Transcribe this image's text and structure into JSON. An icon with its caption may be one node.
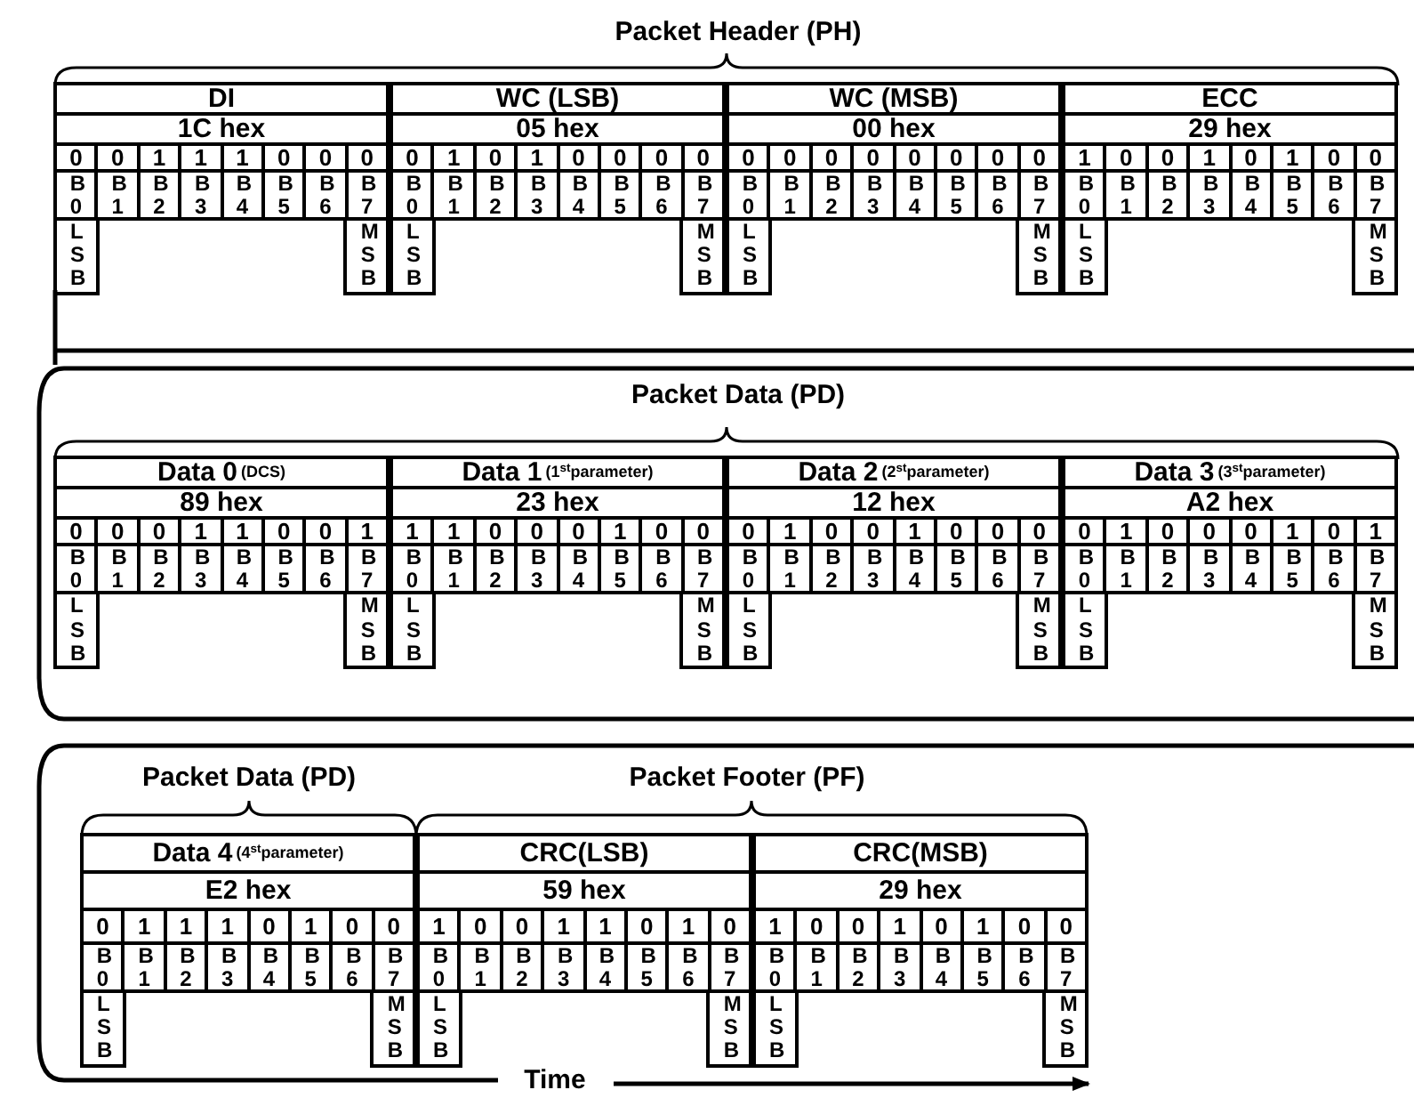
{
  "diagram": {
    "nodes": [
      {
        "text": [
          "DI",
          "1C hex",
          "0",
          "0",
          "1",
          "1",
          "1",
          "0",
          "0",
          "0",
          "B0",
          "B1",
          "B2",
          "B3",
          "B4",
          "B5",
          "B6",
          "B7",
          "LSB",
          "MSB"
        ]
      },
      {
        "text": [
          "WC (LSB)",
          "05 hex",
          "0",
          "1",
          "0",
          "1",
          "0",
          "0",
          "0",
          "0",
          "B0",
          "B1",
          "B2",
          "B3",
          "B4",
          "B5",
          "B6",
          "B7",
          "LSB",
          "MSB"
        ]
      },
      {
        "text": [
          "WC (MSB)",
          "00 hex",
          "0",
          "0",
          "0",
          "0",
          "0",
          "0",
          "0",
          "0",
          "B0",
          "B1",
          "B2",
          "B3",
          "B4",
          "B5",
          "B6",
          "B7",
          "LSB",
          "MSB"
        ]
      },
      {
        "text": [
          "ECC",
          "29 hex",
          "1",
          "0",
          "0",
          "1",
          "0",
          "1",
          "0",
          "0",
          "B0",
          "B1",
          "B2",
          "B3",
          "B4",
          "B5",
          "B6",
          "B7",
          "LSB",
          "MSB"
        ]
      },
      {
        "text": [
          "Data 0",
          "(DCS)",
          "89 hex",
          "0",
          "0",
          "0",
          "1",
          "1",
          "0",
          "0",
          "1",
          "B0",
          "B1",
          "B2",
          "B3",
          "B4",
          "B5",
          "B6",
          "B7",
          "LSB",
          "MSB"
        ]
      },
      {
        "text": [
          "Data 1",
          "(1$^{st}$parameter)",
          "23 hex",
          "1",
          "1",
          "0",
          "0",
          "0",
          "1",
          "0",
          "0",
          "B0",
          "B1",
          "B2",
          "B3",
          "B4",
          "B5",
          "B6",
          "B7",
          "LSB",
          "MSB"
        ]
      },
      {
        "text": [
          "Data 2",
          "(2$^{st}$parameter)",
          "12 hex",
          "0",
          "1",
          "0",
          "0",
          "1",
          "0",
          "0",
          "0",
          "B0",
          "B1",
          "B2",
          "B3",
          "B4",
          "B5",
          "B6",
          "B7",
          "LSB",
          "MSB"
        ]
      },
      {
        "text": [
          "Data 3",
          "(3$^{st}$parameter)",
          "A2 hex",
          "0",
          "1",
          "0",
          "0",
          "0",
          "1",
          "0",
          "1",
          "B0",
          "B1",
          "B2",
          "B3",
          "B4",
          "B5",
          "B6",
          "B7",
          "LSB",
          "MSB"
        ]
      },
      {
        "text": [
          "Data 4",
          "(4$^{st}$parameter)",
          "E2 hex",
          "0",
          "1",
          "1",
          "1",
          "0",
          "1",
          "0",
          "0",
          "B0",
          "B1",
          "B2",
          "B3",
          "B4",
          "B5",
          "B6",
          "B7",
          "LSB",
          "MSB"
        ]
      },
      {
        "text": [
          "CRC(LSB)",
          "59 hex",
          "1",
          "0",
          "0",
          "1",
          "1",
          "0",
          "1",
          "0",
          "B0",
          "B1",
          "B2",
          "B3",
          "B4",
          "B5",
          "B6",
          "B7",
          "LSB",
          "MSB"
        ]
      },
      {
        "text": [
          "CRC(MSB)",
          "29 hex",
          "1",
          "0",
          "0",
          "1",
          "0",
          "1",
          "0",
          "0",
          "B0",
          "B1",
          "B2",
          "B3",
          "B4",
          "B5",
          "B6",
          "B7",
          "LSB",
          "MSB"
        ]
      }
    ],
    "edges": [],
    "labels": [
      "Packet Header (PH)",
      "Packet Data (PD)",
      "Packet Data (PD)",
      "Packet Footer (PF)",
      "Time"
    ]
  }
}
